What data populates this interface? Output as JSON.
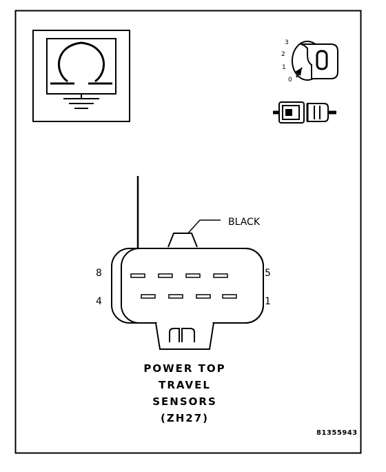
{
  "connector": {
    "color_label": "BLACK",
    "pins_top_left": "8",
    "pins_top_right": "5",
    "pins_bottom_left": "4",
    "pins_bottom_right": "1",
    "title_lines": [
      "POWER TOP",
      "TRAVEL",
      "SENSORS",
      "(ZH27)"
    ]
  },
  "key_switch": {
    "positions": [
      "3",
      "2",
      "1",
      "0"
    ]
  },
  "icons": {
    "meter": "ohmmeter-icon",
    "ignition": "ignition-key-icon",
    "disconnect": "connector-disconnect-icon"
  },
  "figure_code": "81355943",
  "colors": {
    "line": "#000000",
    "background": "#ffffff"
  }
}
